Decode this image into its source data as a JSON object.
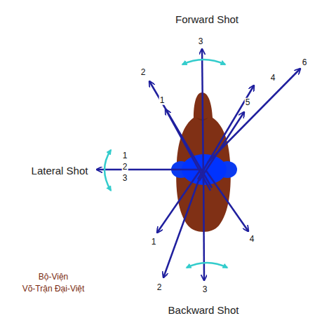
{
  "diagram": {
    "labels": [
      "Forward Shot",
      "3",
      "2",
      "1",
      "4",
      "6",
      "5",
      "Lateral Shot",
      "1",
      "2",
      "3",
      "1",
      "2",
      "3",
      "4",
      "Backward Shot",
      "Bộ-Viện",
      "Võ-Trận Đại-Việt"
    ]
  }
}
